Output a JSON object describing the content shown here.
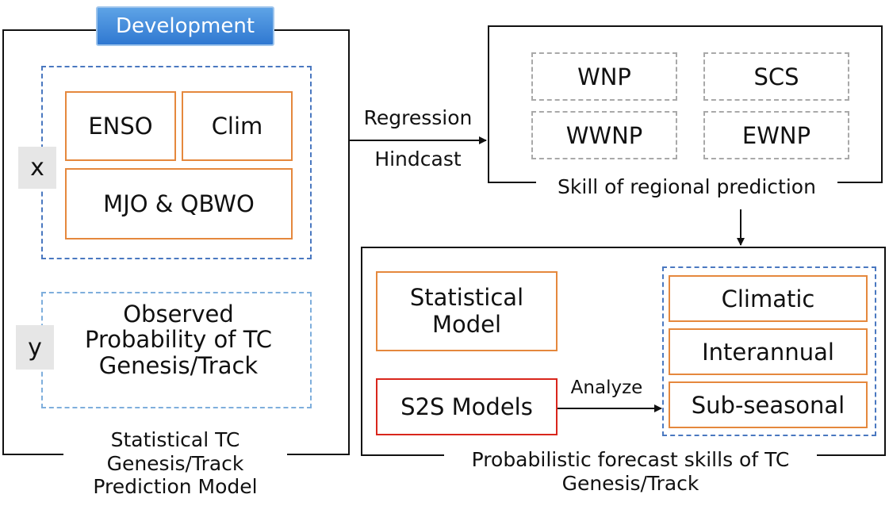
{
  "left_panel": {
    "badge": "Development",
    "x_label": "x",
    "y_label": "y",
    "predictors": {
      "enso": "ENSO",
      "clim": "Clim",
      "mjo_qbwo": "MJO & QBWO"
    },
    "observed": [
      "Observed",
      "Probability of TC",
      "Genesis/Track"
    ],
    "caption": [
      "Statistical TC",
      "Genesis/Track",
      "Prediction Model"
    ]
  },
  "connector": {
    "top": "Regression",
    "bottom": "Hindcast"
  },
  "regional_panel": {
    "regions": {
      "wnp": "WNP",
      "scs": "SCS",
      "wwnp": "WWNP",
      "ewnp": "EWNP"
    },
    "caption": "Skill of regional prediction"
  },
  "forecast_panel": {
    "statistical_model": [
      "Statistical",
      "Model"
    ],
    "s2s_models": "S2S Models",
    "analyze": "Analyze",
    "scales": {
      "climatic": "Climatic",
      "interannual": "Interannual",
      "subseasonal": "Sub-seasonal"
    },
    "caption": [
      "Probabilistic forecast skills of TC",
      "Genesis/Track"
    ]
  }
}
